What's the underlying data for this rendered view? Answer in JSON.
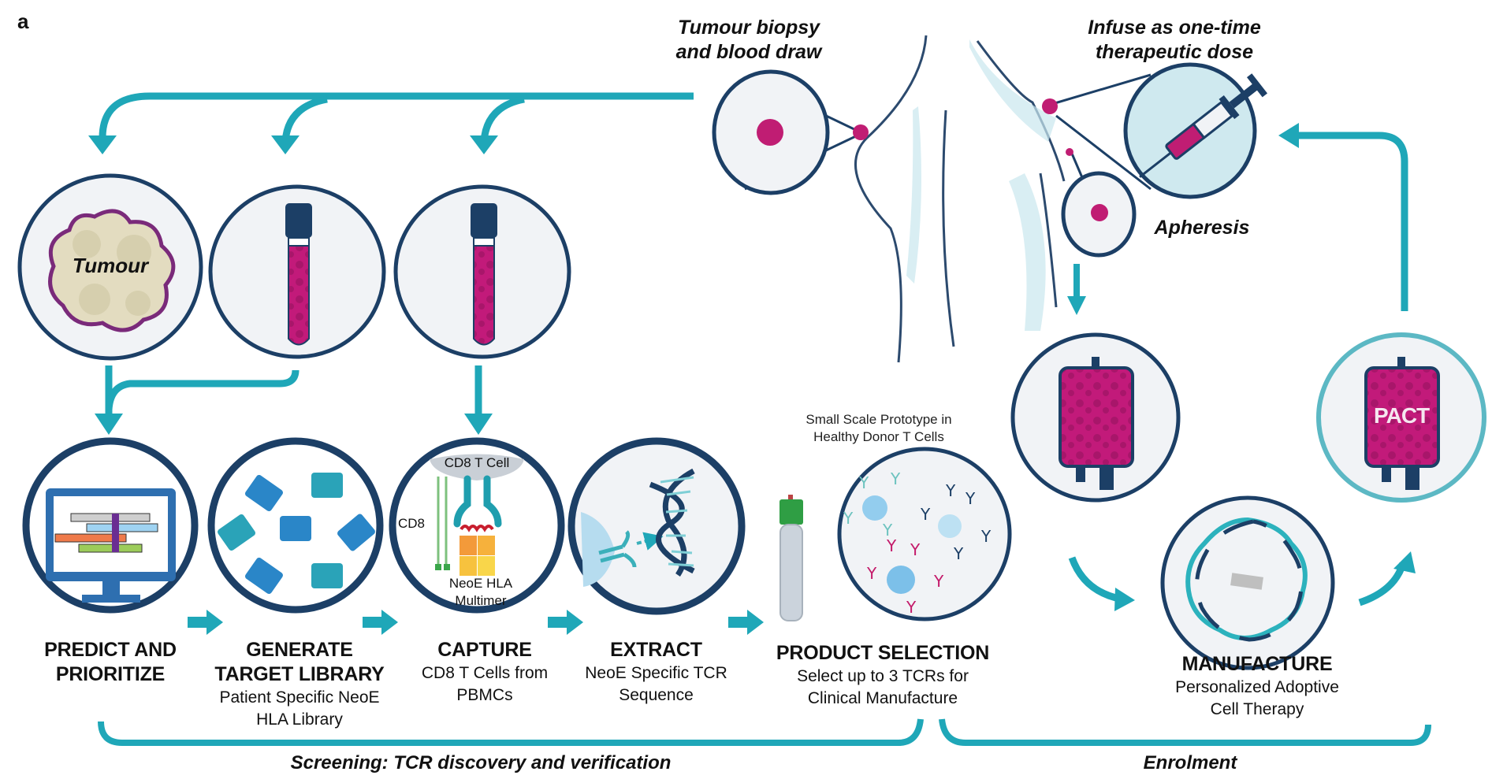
{
  "panel_label": "a",
  "top_labels": {
    "biopsy": [
      "Tumour biopsy",
      "and blood draw"
    ],
    "infuse": [
      "Infuse as one-time",
      "therapeutic dose"
    ],
    "apheresis": "Apheresis"
  },
  "sample_labels": {
    "tumour": "Tumour"
  },
  "capture_icon": {
    "cell_label": "CD8 T Cell",
    "cd8_label": "CD8",
    "multimer_label": [
      "NeoE HLA",
      "Multimer"
    ]
  },
  "prototype_caption": [
    "Small Scale Prototype in",
    "Healthy Donor T Cells"
  ],
  "bag_label": "PACT",
  "steps": [
    {
      "title": [
        "PREDICT AND",
        "PRIORITIZE"
      ],
      "subtitle": []
    },
    {
      "title": [
        "GENERATE",
        "TARGET LIBRARY"
      ],
      "subtitle": [
        "Patient Specific NeoE",
        "HLA Library"
      ]
    },
    {
      "title": [
        "CAPTURE"
      ],
      "subtitle": [
        "CD8 T Cells from",
        "PBMCs"
      ]
    },
    {
      "title": [
        "EXTRACT"
      ],
      "subtitle": [
        "NeoE Specific TCR",
        "Sequence"
      ]
    },
    {
      "title": [
        "PRODUCT SELECTION"
      ],
      "subtitle": [
        "Select up to 3 TCRs for",
        "Clinical Manufacture"
      ]
    },
    {
      "title": [
        "MANUFACTURE"
      ],
      "subtitle": [
        "Personalized Adoptive",
        "Cell Therapy"
      ]
    }
  ],
  "sections": {
    "screening": "Screening: TCR discovery and verification",
    "enrolment": "Enrolment"
  },
  "colors": {
    "teal_arrow": "#1fa7b8",
    "navy": "#1c3f66",
    "magenta": "#b5186f",
    "circle_fill": "#f1f3f6",
    "light_blue": "#c9e7ee"
  }
}
